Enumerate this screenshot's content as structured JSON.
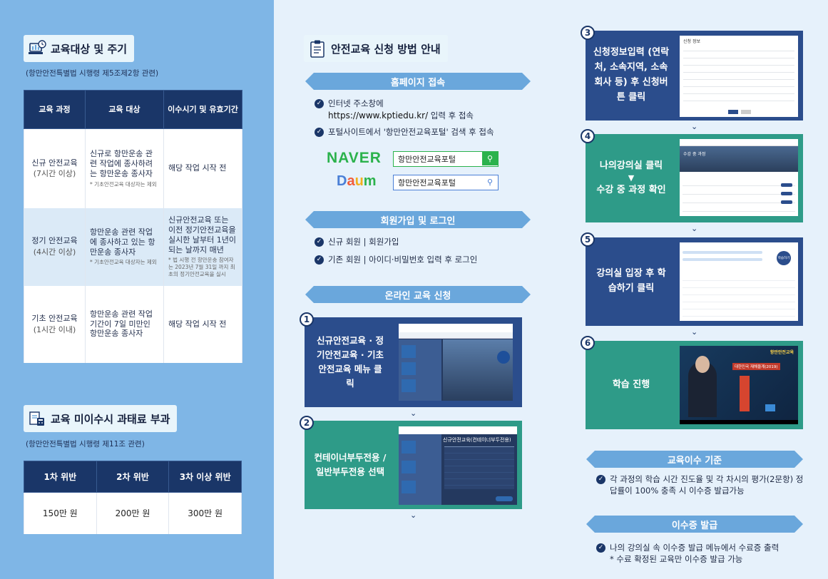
{
  "left": {
    "section1": {
      "title": "교육대상 및 주기",
      "note": "(항만안전특별법 시행령 제5조제2항 관련)",
      "headers": [
        "교육 과정",
        "교육 대상",
        "이수시기 및 유효기간"
      ],
      "rows": [
        {
          "course": "신규 안전교육",
          "hours": "(7시간 이상)",
          "target": "신규로 항만운송 관련 작업에 종사하려는 항만운송 종사자",
          "target_note": "* 기초안전교육 대상자는 제외",
          "period": "해당 작업 시작 전",
          "period_note": ""
        },
        {
          "course": "정기 안전교육",
          "hours": "(4시간 이상)",
          "target": "항만운송 관련 작업에 종사하고 있는 항만운송 종사자",
          "target_note": "* 기초안전교육 대상자는 제외",
          "period": "신규안전교육 또는 이전 정기안전교육을 실시한 날부터 1년이 되는 날까지 매년",
          "period_note": "* 법 시행 전 항만운송 참여자는 2023년 7월 31일 까지 최초의 정기안전교육을 실시"
        },
        {
          "course": "기초 안전교육",
          "hours": "(1시간 이내)",
          "target": "항만운송 관련 작업 기간이 7일 미만인 항만운송 종사자",
          "target_note": "",
          "period": "해당 작업 시작 전",
          "period_note": ""
        }
      ]
    },
    "section2": {
      "title": "교육 미이수시 과태료 부과",
      "note": "(항만안전특별법 시행령 제11조 관련)",
      "headers": [
        "1차 위반",
        "2차 위반",
        "3차 이상 위반"
      ],
      "values": [
        "150만 원",
        "200만 원",
        "300만 원"
      ]
    }
  },
  "middle": {
    "title": "안전교육 신청 방법 안내",
    "bar1": "홈페이지 접속",
    "items1": [
      "인터넷 주소창에",
      "https://www.kptiedu.kr/",
      "입력 후 접속",
      "포털사이트에서 '항만안전교육포털' 검색 후 접속"
    ],
    "naver": "NAVER",
    "daum": "Daum",
    "search_text": "항만안전교육포털",
    "bar2": "회원가입 및 로그인",
    "items2": [
      "신규 회원 | 회원가입",
      "기존 회원 | 아이디·비밀번호 입력 후 로그인"
    ],
    "bar3": "온라인 교육 신청",
    "step1": {
      "num": "1",
      "label": "신규안전교육 · 정기안전교육 · 기초안전교육 메뉴 클릭"
    },
    "step2": {
      "num": "2",
      "label": "컨테이너부두전용 / 일반부두전용 선택",
      "shot_heading": "신규안전교육(컨테이너부두전용)"
    }
  },
  "right": {
    "step3": {
      "num": "3",
      "label": "신청정보입력 (연락처, 소속지역, 소속회사 등) 후 신청버튼 클릭",
      "shot_heading": "신청 정보"
    },
    "step4": {
      "num": "4",
      "label1": "나의강의실 클릭",
      "arrow": "▼",
      "label2": "수강 중 과정 확인",
      "shot_heading": "수강 중 과정"
    },
    "step5": {
      "num": "5",
      "label": "강의실 입장 후 학습하기 클릭",
      "shot_badge": "학습하기"
    },
    "step6": {
      "num": "6",
      "label": "학습 진행",
      "shot_banner": "항만안전교육",
      "shot_caption": "대한민국 재해율계(2019)"
    },
    "bar4": "교육이수 기준",
    "items4": [
      "각 과정의 학습 시간 진도율 및 각 차시의 평가(2문항) 정답률이 100% 충족 시 이수증 발급가능"
    ],
    "bar5": "이수증 발급",
    "items5": [
      "나의 강의실 속 이수증 발급 메뉴에서 수료증 출력",
      "* 수료 확정된 교육만 이수증 발급 가능"
    ]
  },
  "colors": {
    "navy": "#1a3668",
    "bar_blue": "#6aa7dc",
    "step_blue": "#2b4d8c",
    "step_teal": "#2e9b88",
    "left_bg": "#7fb6e6",
    "naver_green": "#2bb24c"
  }
}
